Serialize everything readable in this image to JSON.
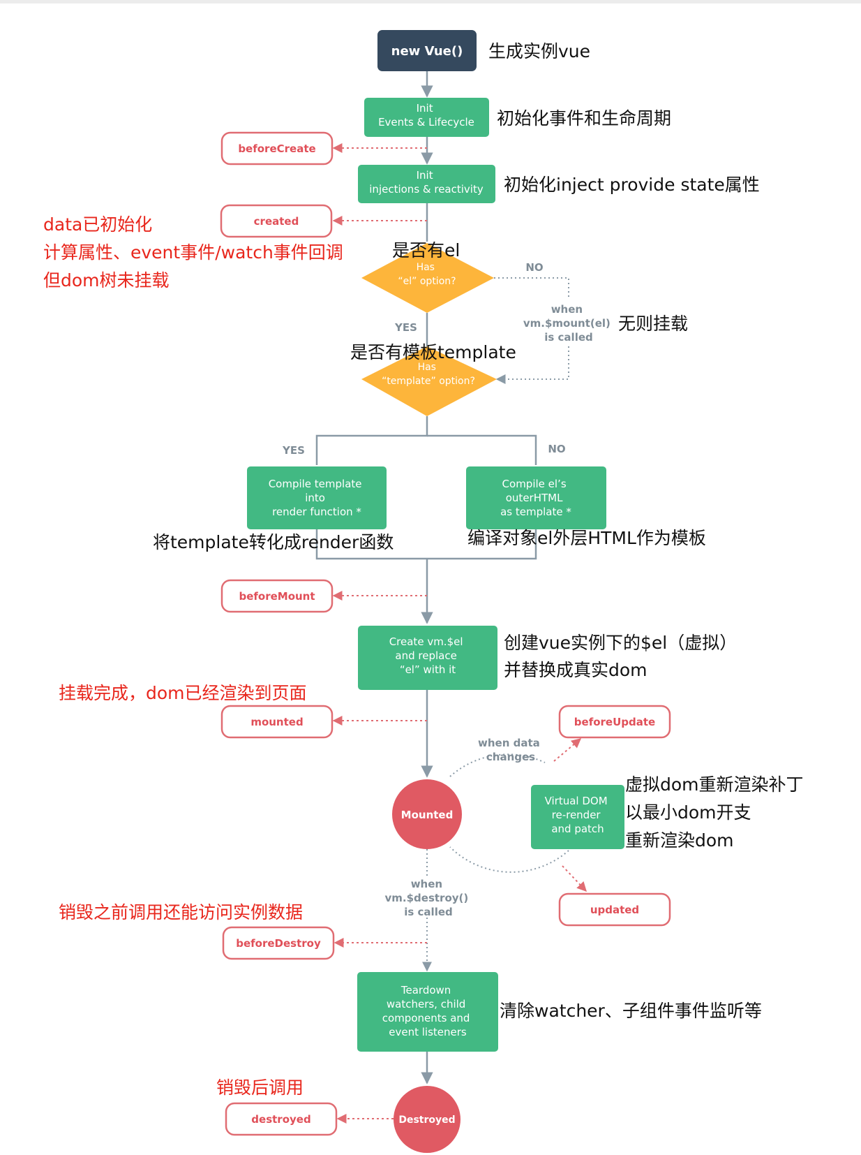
{
  "colors": {
    "dark": "#35495e",
    "green": "#42b983",
    "orange": "#fdb53b",
    "red": "#e05a63",
    "hookBorder": "#e06c72",
    "hookText": "#e04f58",
    "line": "#8a9aa6",
    "annoRed": "#e8261c",
    "annoBlack": "#111111",
    "label": "#7f8c96"
  },
  "nodes": {
    "new_vue": "new Vue()",
    "init_events": [
      "Init",
      "Events & Lifecycle"
    ],
    "init_injections": [
      "Init",
      "injections & reactivity"
    ],
    "has_el": [
      "Has",
      "“el” option?"
    ],
    "has_template": [
      "Has",
      "“template” option?"
    ],
    "compile_template": [
      "Compile template",
      "into",
      "render function *"
    ],
    "compile_el": [
      "Compile el’s",
      "outerHTML",
      "as template *"
    ],
    "create_vm": [
      "Create vm.$el",
      "and replace",
      "“el” with it"
    ],
    "virtual_dom": [
      "Virtual DOM",
      "re-render",
      "and patch"
    ],
    "teardown": [
      "Teardown",
      "watchers, child",
      "components and",
      "event listeners"
    ],
    "mounted": "Mounted",
    "destroyed": "Destroyed"
  },
  "hooks": {
    "beforeCreate": "beforeCreate",
    "created": "created",
    "beforeMount": "beforeMount",
    "mounted": "mounted",
    "beforeUpdate": "beforeUpdate",
    "updated": "updated",
    "beforeDestroy": "beforeDestroy",
    "destroyed": "destroyed"
  },
  "labels": {
    "no1": "NO",
    "yes1": "YES",
    "yes2": "YES",
    "no2": "NO",
    "when_mount": [
      "when",
      "vm.$mount(el)",
      "is called"
    ],
    "when_data": [
      "when data",
      "changes"
    ],
    "when_destroy": [
      "when",
      "vm.$destroy()",
      "is called"
    ]
  },
  "annotations": {
    "new_vue": "生成实例vue",
    "init_events": "初始化事件和生命周期",
    "init_injections": "初始化inject provide state属性",
    "created_notes": [
      "data已初始化",
      "计算属性、event事件/watch事件回调",
      "但dom树未挂载"
    ],
    "has_el": "是否有el",
    "no_mount": "无则挂载",
    "has_template": "是否有模板template",
    "compile_template": "将template转化成render函数",
    "compile_el": "编译对象el外层HTML作为模板",
    "create_vm": [
      "创建vue实例下的$el（虚拟）",
      "并替换成真实dom"
    ],
    "mounted_note": "挂载完成，dom已经渲染到页面",
    "virtual_dom": [
      "虚拟dom重新渲染补丁",
      "以最小dom开支",
      "重新渲染dom"
    ],
    "before_destroy": "销毁之前调用还能访问实例数据",
    "teardown": "清除watcher、子组件事件监听等",
    "destroyed_note": "销毁后调用"
  }
}
